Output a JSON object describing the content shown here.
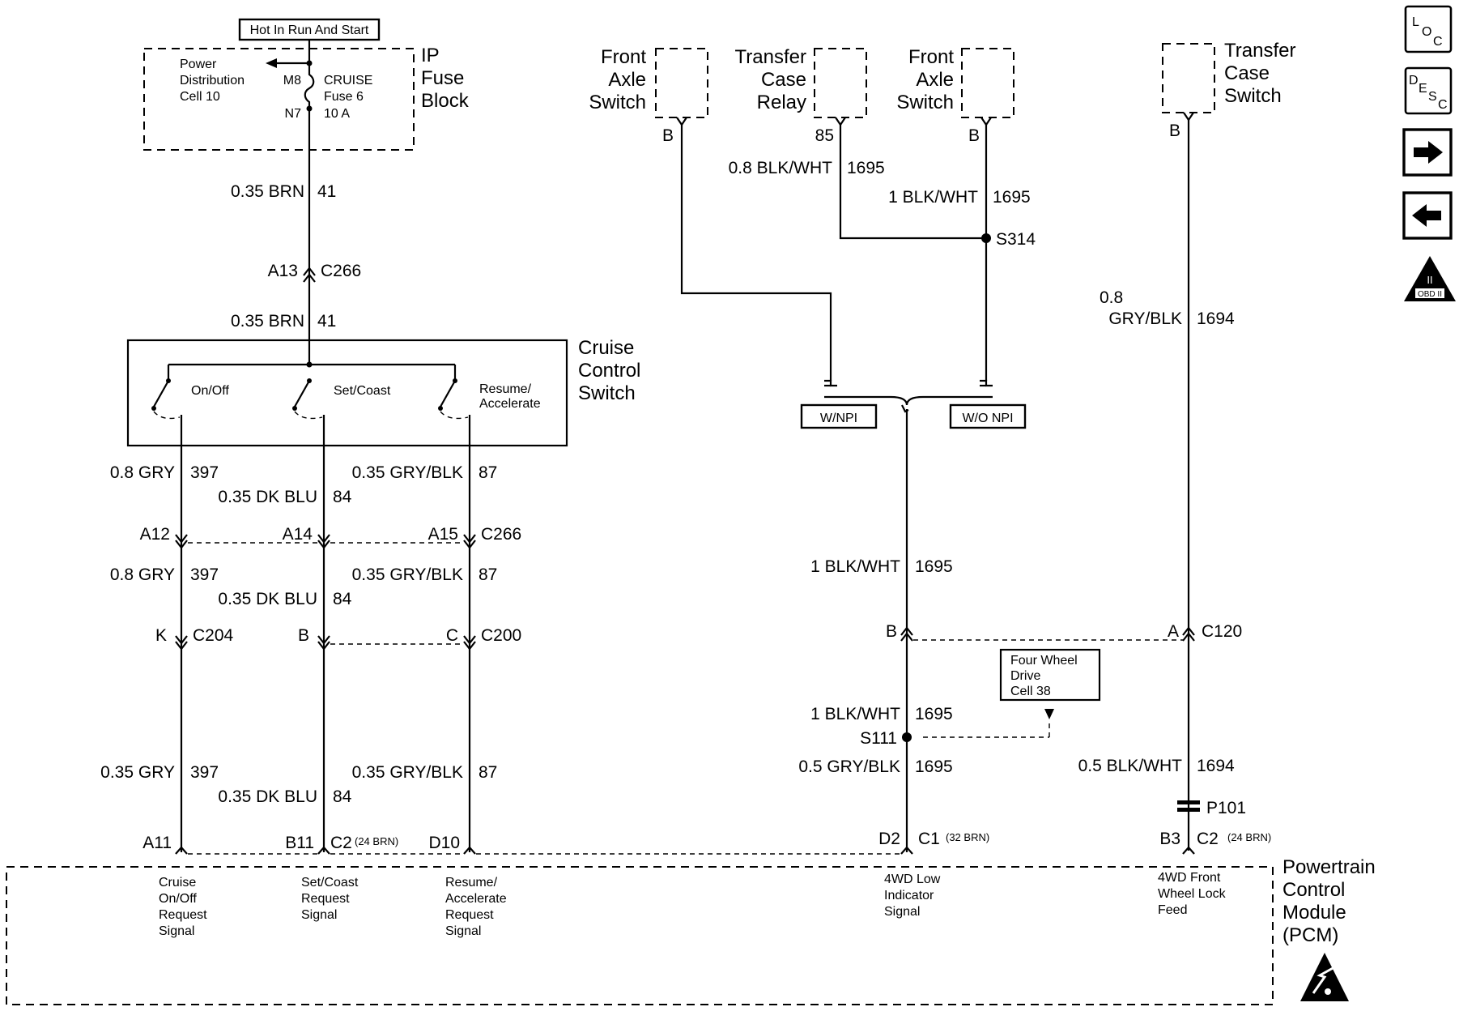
{
  "hot_label": "Hot In Run And Start",
  "fuse_block": {
    "title_lines": [
      "IP",
      "Fuse",
      "Block"
    ],
    "pd_lines": [
      "Power",
      "Distribution",
      "Cell 10"
    ],
    "pin_in": "M8",
    "pin_out": "N7",
    "fuse_lines": [
      "CRUISE",
      "Fuse 6",
      "10 A"
    ]
  },
  "cruise_feed": {
    "wire1": "0.35 BRN",
    "circuit1": "41",
    "conn_pin": "A13",
    "conn": "C266",
    "wire2": "0.35 BRN",
    "circuit2": "41"
  },
  "cruise_switch": {
    "title_lines": [
      "Cruise",
      "Control",
      "Switch"
    ],
    "on_off": "On/Off",
    "set_coast": "Set/Coast",
    "resume_lines": [
      "Resume/",
      "Accelerate"
    ]
  },
  "left_wires": {
    "gry": "0.8 GRY",
    "gry_c": "397",
    "dkblu": "0.35 DK BLU",
    "dkblu_c": "84",
    "grybk": "0.35 GRY/BLK",
    "grybk_c": "87",
    "a12": "A12",
    "a14": "A14",
    "a15": "A15",
    "c266": "C266",
    "gry2": "0.8 GRY",
    "gry2_c": "397",
    "dkblu2": "0.35 DK BLU",
    "dkblu2_c": "84",
    "grybk2": "0.35 GRY/BLK",
    "grybk2_c": "87",
    "k": "K",
    "c204": "C204",
    "b": "B",
    "c": "C",
    "c200": "C200",
    "gry3": "0.35 GRY",
    "gry3_c": "397",
    "dkblu3": "0.35 DK BLU",
    "dkblu3_c": "84",
    "grybk3": "0.35 GRY/BLK",
    "grybk3_c": "87",
    "a11": "A11",
    "b11": "B11",
    "c2": "C2",
    "c2_note": "(24 BRN)",
    "d10": "D10"
  },
  "front_axle_left": {
    "lines": [
      "Front",
      "Axle",
      "Switch"
    ],
    "pin": "B"
  },
  "transfer_relay": {
    "lines": [
      "Transfer",
      "Case",
      "Relay"
    ],
    "pin": "85"
  },
  "front_axle_right": {
    "lines": [
      "Front",
      "Axle",
      "Switch"
    ],
    "pin": "B"
  },
  "transfer_switch": {
    "lines": [
      "Transfer",
      "Case",
      "Switch"
    ],
    "pin": "B"
  },
  "mid_wires": {
    "w1": "0.8 BLK/WHT",
    "w1_c": "1695",
    "w2": "1 BLK/WHT",
    "w2_c": "1695",
    "splice": "S314",
    "wnpi": "W/NPI",
    "wonpi": "W/O NPI",
    "w3": "1 BLK/WHT",
    "w3_c": "1695",
    "pin_b": "B",
    "w4": "1 BLK/WHT",
    "w4_c": "1695",
    "s111": "S111",
    "w5": "0.5 GRY/BLK",
    "w5_c": "1695",
    "d2": "D2",
    "c1": "C1",
    "c1_note": "(32 BRN)"
  },
  "right_wires": {
    "w1_a": "0.8",
    "w1_b": "GRY/BLK",
    "w1_c": "1694",
    "pin_a": "A",
    "c120": "C120",
    "w2": "0.5 BLK/WHT",
    "w2_c": "1694",
    "p101": "P101",
    "b3": "B3",
    "c2": "C2",
    "c2_note": "(24 BRN)"
  },
  "fwd_cell": [
    "Four Wheel",
    "Drive",
    "Cell 38"
  ],
  "pcm": {
    "title_lines": [
      "Powertrain",
      "Control",
      "Module",
      "(PCM)"
    ],
    "sig1": [
      "Cruise",
      "On/Off",
      "Request",
      "Signal"
    ],
    "sig2": [
      "Set/Coast",
      "Request",
      "Signal"
    ],
    "sig3": [
      "Resume/",
      "Accelerate",
      "Request",
      "Signal"
    ],
    "sig4": [
      "4WD Low",
      "Indicator",
      "Signal"
    ],
    "sig5": [
      "4WD Front",
      "Wheel Lock",
      "Feed"
    ]
  },
  "sidebar": {
    "loc": {
      "l": "L",
      "o": "O",
      "c": "C"
    },
    "desc": {
      "d": "D",
      "e": "E",
      "s": "S",
      "c": "C"
    },
    "obd": {
      "numeral": "II",
      "label": "OBD II"
    }
  }
}
